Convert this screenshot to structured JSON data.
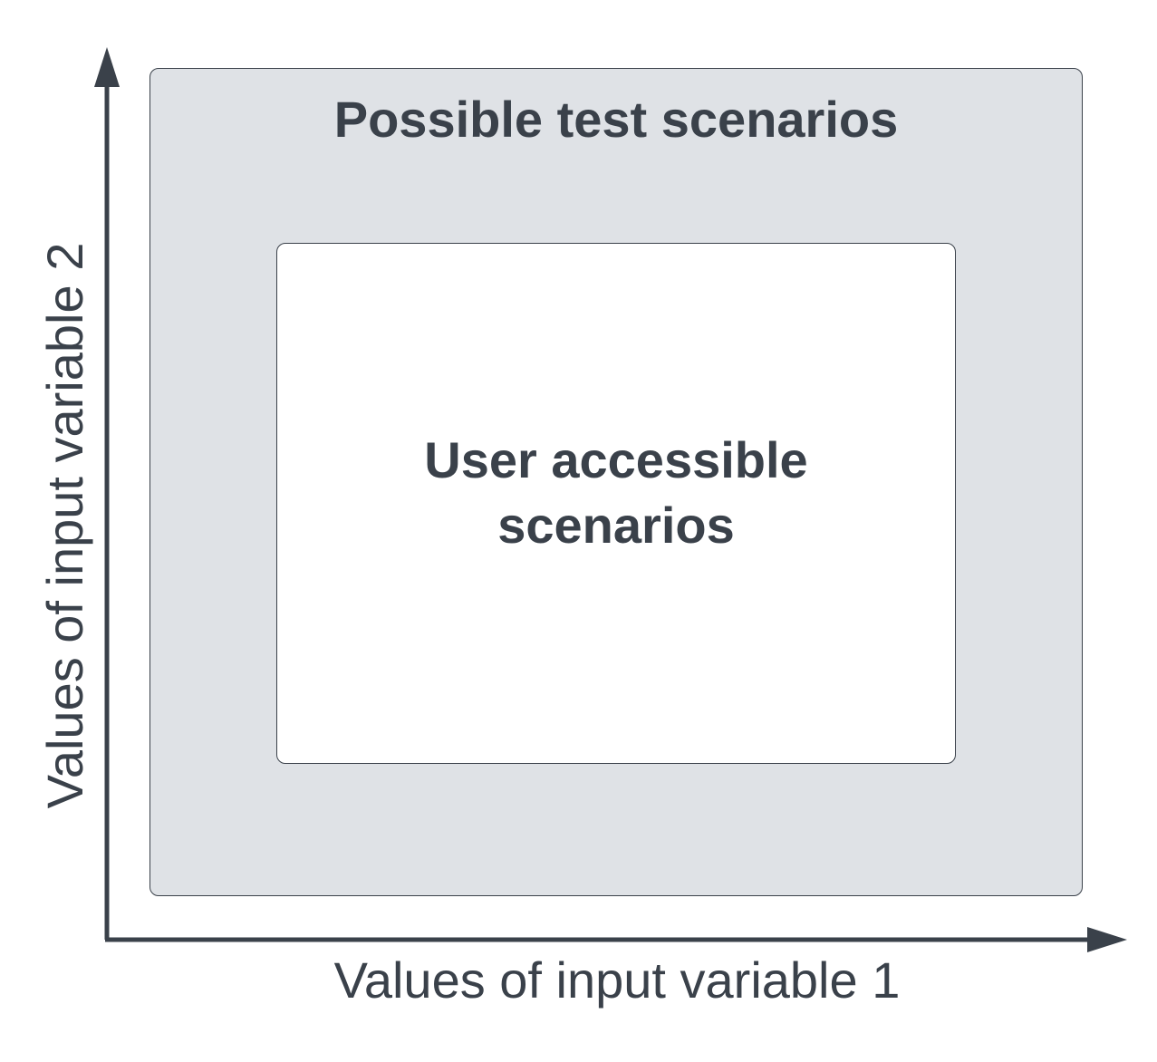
{
  "diagram": {
    "outer_region": {
      "label": "Possible test scenarios",
      "fill": "#dfe2e6"
    },
    "inner_region": {
      "label_line_1": "User accessible",
      "label_line_2": "scenarios",
      "fill": "#ffffff"
    },
    "x_axis": {
      "label": "Values of input variable 1"
    },
    "y_axis": {
      "label": "Values of input variable 2"
    },
    "stroke_color": "#3a414a"
  }
}
